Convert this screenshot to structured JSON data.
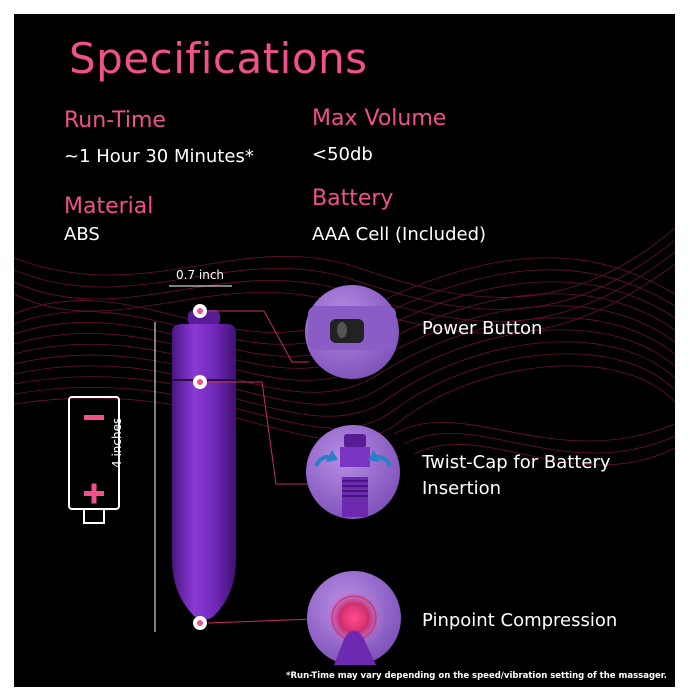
{
  "title": "Specifications",
  "specs": {
    "runtime": {
      "label": "Run-Time",
      "value": "~1 Hour 30 Minutes*"
    },
    "max_volume": {
      "label": "Max Volume",
      "value": "<50db"
    },
    "material": {
      "label": "Material",
      "value": "ABS"
    },
    "battery": {
      "label": "Battery",
      "value": "AAA Cell (Included)"
    }
  },
  "dimensions": {
    "width": "0.7 inch",
    "height": "4 inches"
  },
  "features": {
    "power_button": "Power Button",
    "twist_cap_line1": "Twist-Cap for Battery",
    "twist_cap_line2": "Insertion",
    "pinpoint": "Pinpoint Compression"
  },
  "footnote": "*Run-Time may vary depending on the speed/vibration setting of the massager.",
  "colors": {
    "accent": "#f0508c",
    "product": "#7a2fc0",
    "background": "#000000"
  },
  "icons": [
    "battery-icon",
    "rotate-arrow-icon"
  ]
}
